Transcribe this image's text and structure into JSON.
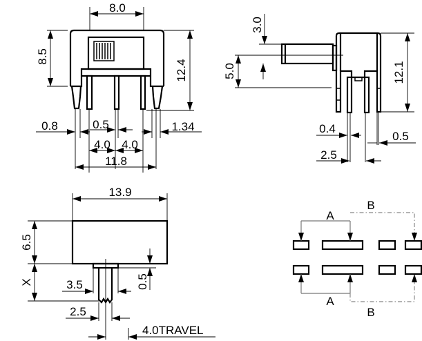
{
  "front_view": {
    "width_top": "8.0",
    "height_body": "8.5",
    "height_total": "12.4",
    "leg_width": "0.8",
    "pin_width": "0.5",
    "leg_offset": "1.34",
    "pitch_left": "4.0",
    "pitch_right": "4.0",
    "width_legs": "11.8"
  },
  "side_view": {
    "actuator_offset": "3.0",
    "actuator_center": "5.0",
    "height_total": "12.1",
    "pin_width": "0.4",
    "leg_width": "0.5",
    "pin_spacing": "2.5"
  },
  "top_view": {
    "length": "13.9",
    "body_height": "6.5",
    "actuator_length": "X",
    "flange_thickness": "0.5",
    "flange_width": "3.5",
    "actuator_width": "2.5",
    "travel": "4.0TRAVEL"
  },
  "pad_layout": {
    "label_a_top": "A",
    "label_a_bottom": "A",
    "label_b_top": "B",
    "label_b_bottom": "B"
  }
}
